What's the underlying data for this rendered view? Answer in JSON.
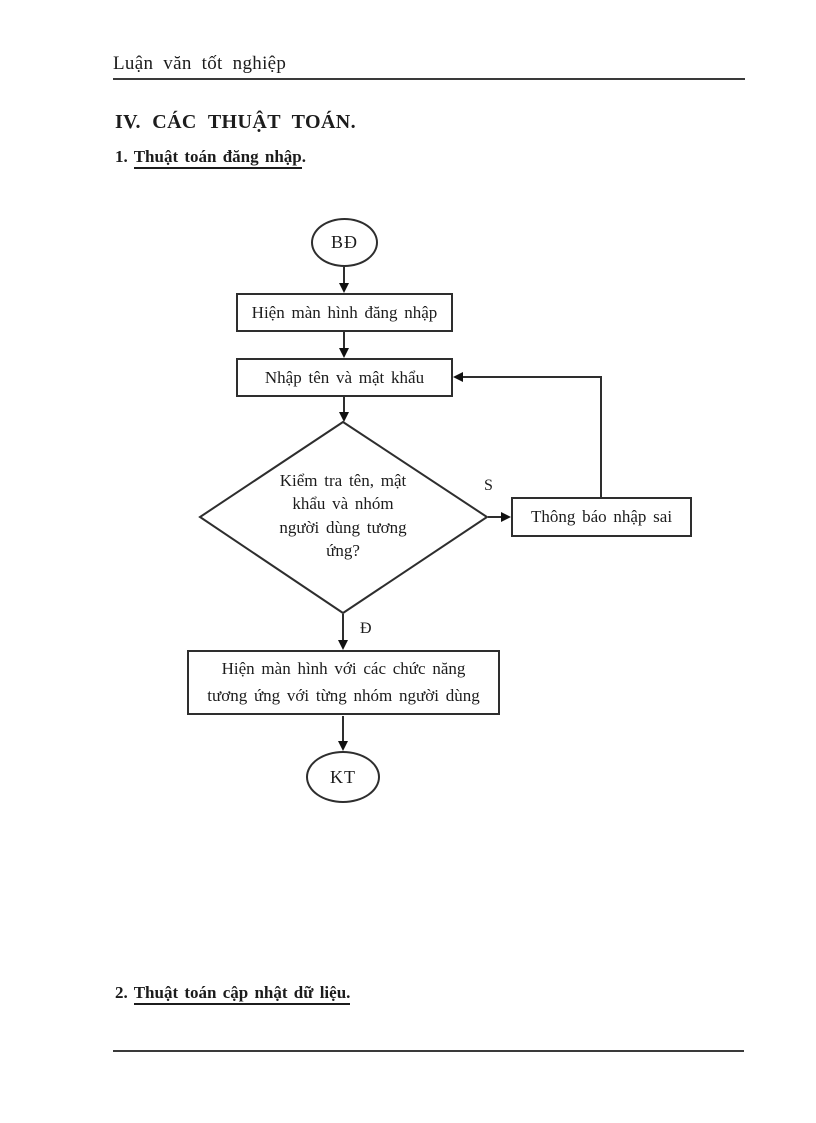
{
  "page": {
    "header": "Luận văn tốt nghiệp",
    "section_title": "IV. CÁC THUẬT TOÁN.",
    "headings": {
      "h1_prefix": "1. ",
      "h1_underlined": "Thuật toán đăng nhập",
      "h1_suffix": ".",
      "h2_prefix": "2. ",
      "h2_underlined": "Thuật toán cập nhật dữ liệu."
    }
  },
  "flowchart": {
    "start_label": "BĐ",
    "step1_label": "Hiện màn hình đăng nhập",
    "step2_label": "Nhập tên và mật khẩu",
    "decision_lines": {
      "0": "Kiểm tra tên, mật",
      "1": "khẩu và nhóm",
      "2": "người dùng tương",
      "3": "ứng?"
    },
    "no_branch_label": "S",
    "no_box_label": "Thông báo nhập sai",
    "yes_branch_label": "Đ",
    "step3_lines": {
      "0": "Hiện màn hình với các chức năng",
      "1": "tương ứng với từng nhóm người dùng"
    },
    "end_label": "KT"
  },
  "colors": {
    "ink": "#1c1c1c",
    "line": "#2e2e2e",
    "background": "#ffffff"
  }
}
